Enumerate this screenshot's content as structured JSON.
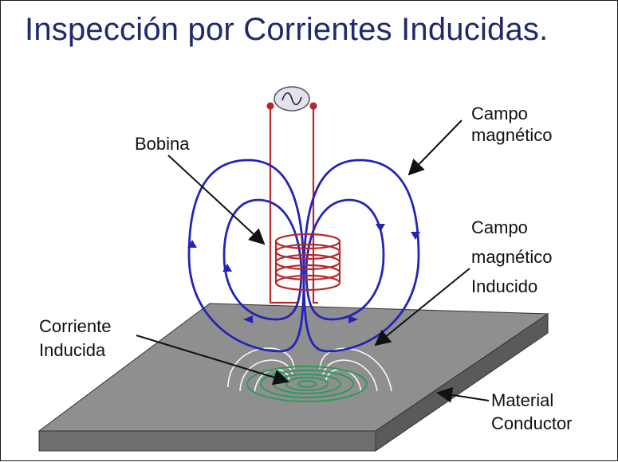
{
  "title": "Inspección por Corrientes Inducidas.",
  "labels": {
    "bobina": "Bobina",
    "campo_1": "Campo",
    "campo_2": "magnético",
    "inducido_1": "Campo",
    "inducido_2": "magnético",
    "inducido_3": "Inducido",
    "corriente_1": "Corriente",
    "corriente_2": "Inducida",
    "material_1": "Material",
    "material_2": "Conductor"
  },
  "colors": {
    "field_lines": "#2323b8",
    "coil": "#b52a2a",
    "eddy": "#2e9a5a",
    "plate_top": "#8f8f8f",
    "plate_side": "#6e6e6e",
    "title": "#1f2a6b"
  },
  "icons": {
    "source": "ac-source-icon"
  }
}
